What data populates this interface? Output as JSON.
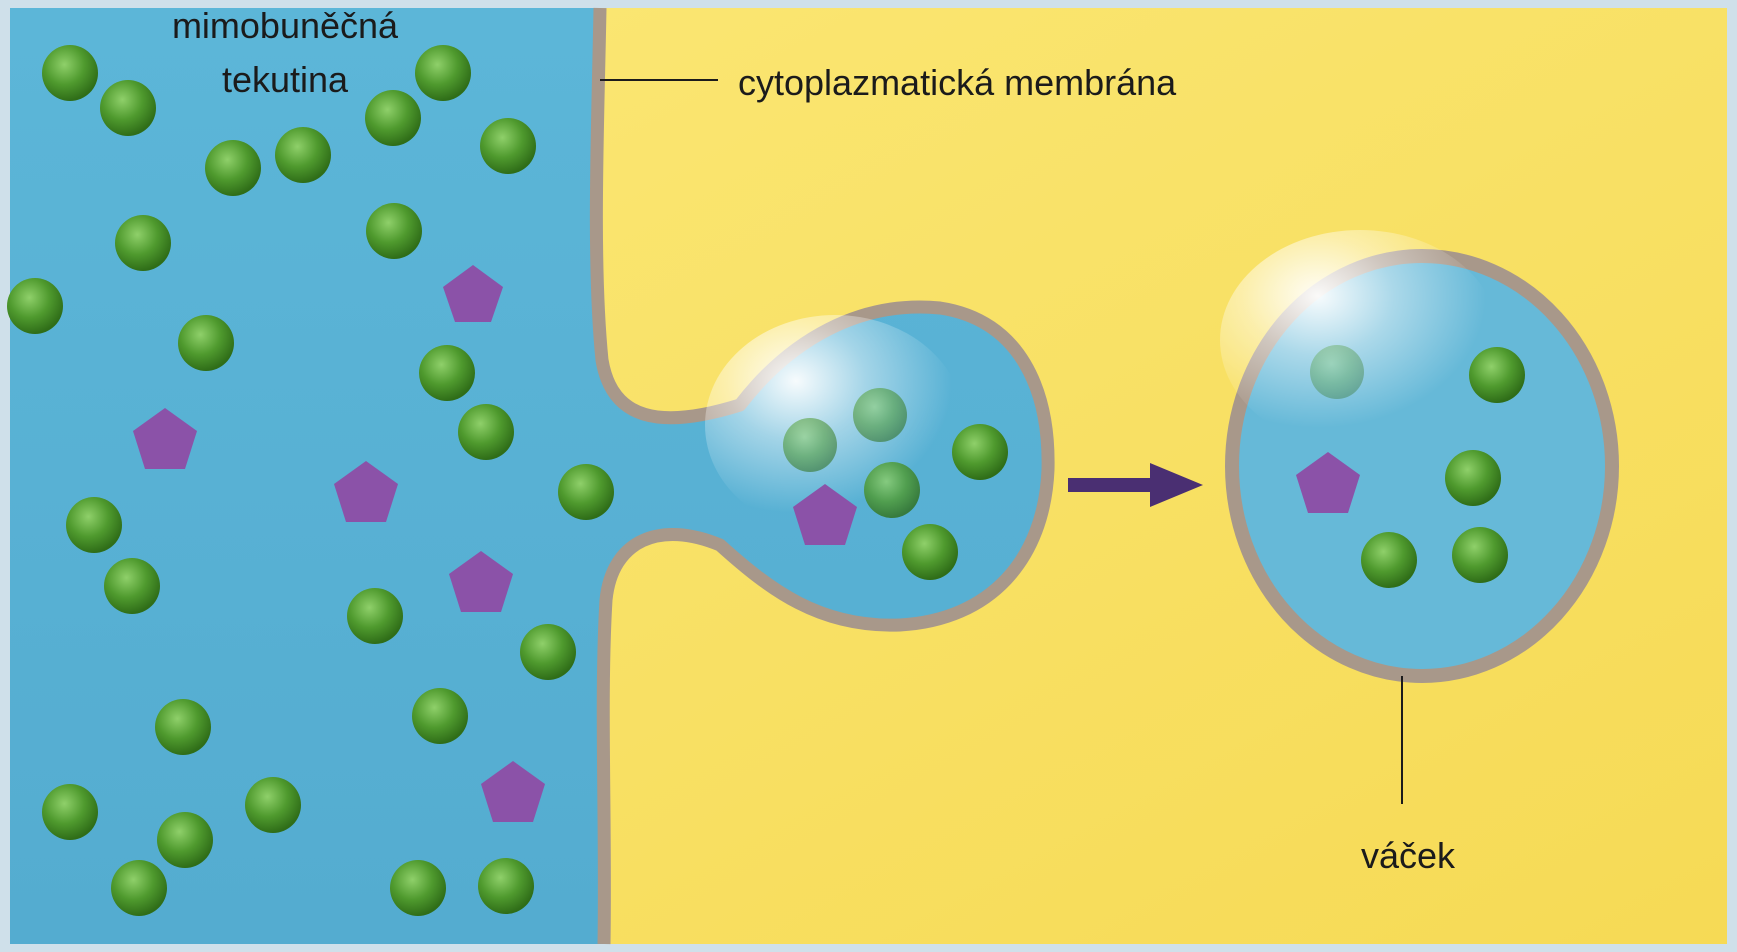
{
  "labels": {
    "extracellular_fluid_line1": "mimobuněčná",
    "extracellular_fluid_line2": "tekutina",
    "membrane": "cytoplazmatická membrána",
    "vesicle": "váček"
  },
  "colors": {
    "extracellular": "#5ab3d6",
    "cytoplasm": "#f8e26a",
    "membrane": "#a8988a",
    "particle_green": "#4f9a2e",
    "particle_purple": "#8b52a8",
    "arrow": "#4a2f72",
    "frame": "#cfe0ea"
  },
  "icons": {
    "particle": "green-sphere-icon",
    "molecule": "purple-pentagon-icon",
    "arrow": "right-arrow-icon"
  }
}
